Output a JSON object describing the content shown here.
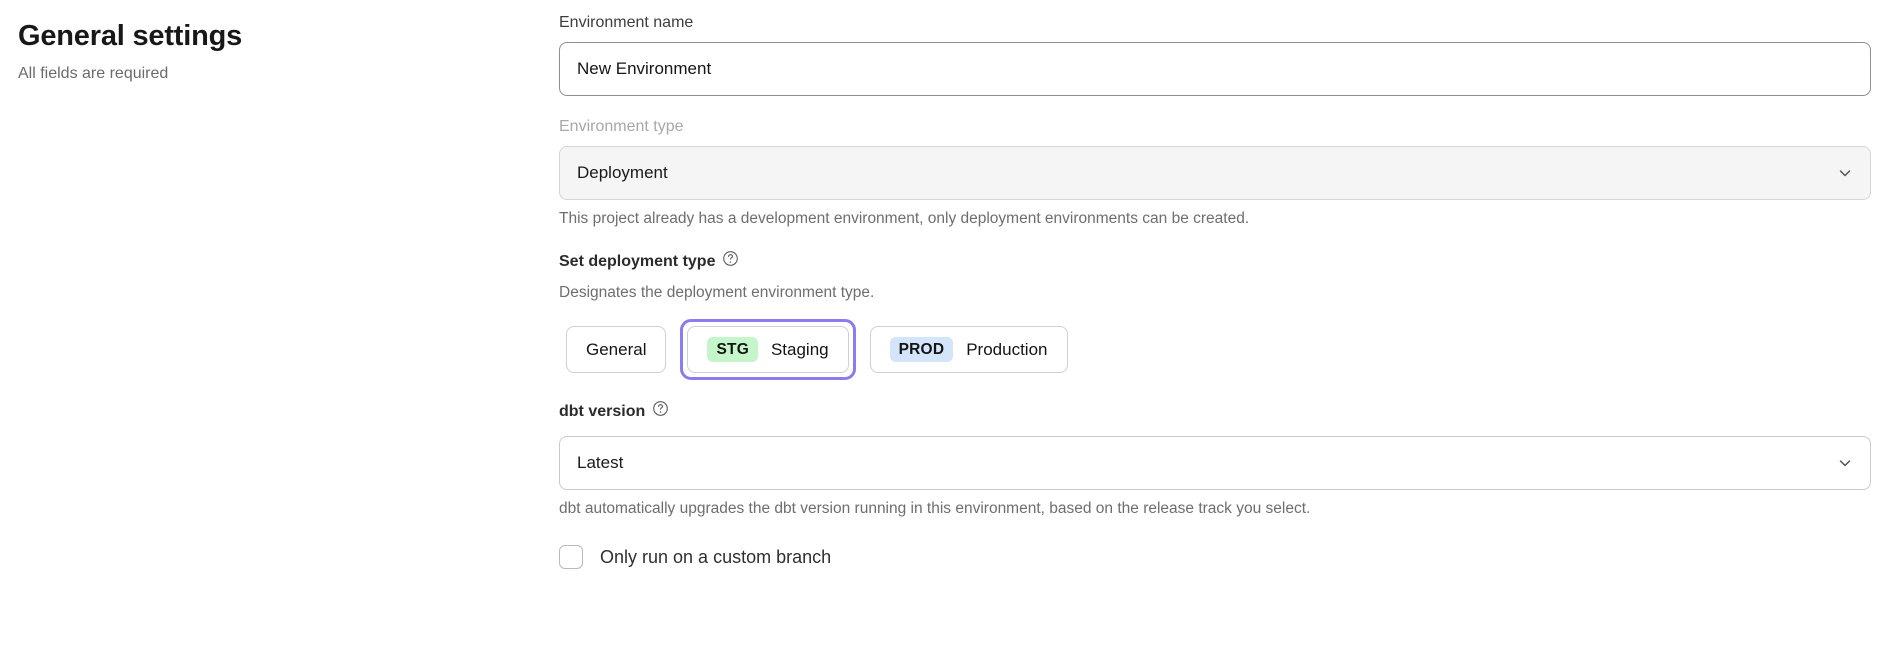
{
  "header": {
    "title": "General settings",
    "subtitle": "All fields are required"
  },
  "form": {
    "environment_name": {
      "label": "Environment name",
      "value": "New Environment",
      "placeholder": "Environment name"
    },
    "environment_type": {
      "label": "Environment type",
      "value": "Deployment",
      "disabled": true,
      "chevron_icon": "chevron-down-icon",
      "helper": "This project already has a development environment, only deployment environments can be created."
    },
    "deployment_type": {
      "label": "Set deployment type",
      "help_icon": "question-circle-icon",
      "helper": "Designates the deployment environment type.",
      "selected": "Staging",
      "options": [
        {
          "label": "General",
          "badge": "",
          "badge_kind": "",
          "selected": false
        },
        {
          "label": "Staging",
          "badge": "STG",
          "badge_kind": "stg",
          "selected": true
        },
        {
          "label": "Production",
          "badge": "PROD",
          "badge_kind": "prod",
          "selected": false
        }
      ]
    },
    "dbt_version": {
      "label": "dbt version",
      "help_icon": "question-circle-icon",
      "value": "Latest",
      "chevron_icon": "chevron-down-icon",
      "helper": "dbt automatically upgrades the dbt version running in this environment, based on the release track you select."
    },
    "custom_branch": {
      "label": "Only run on a custom branch",
      "checked": false
    }
  },
  "colors": {
    "focus_ring": "#8b7cf0",
    "badge_stg_bg": "#c5f5cb",
    "badge_prod_bg": "#d3e4fb",
    "input_border": "#8e8e96",
    "disabled_bg": "#f5f5f5"
  }
}
